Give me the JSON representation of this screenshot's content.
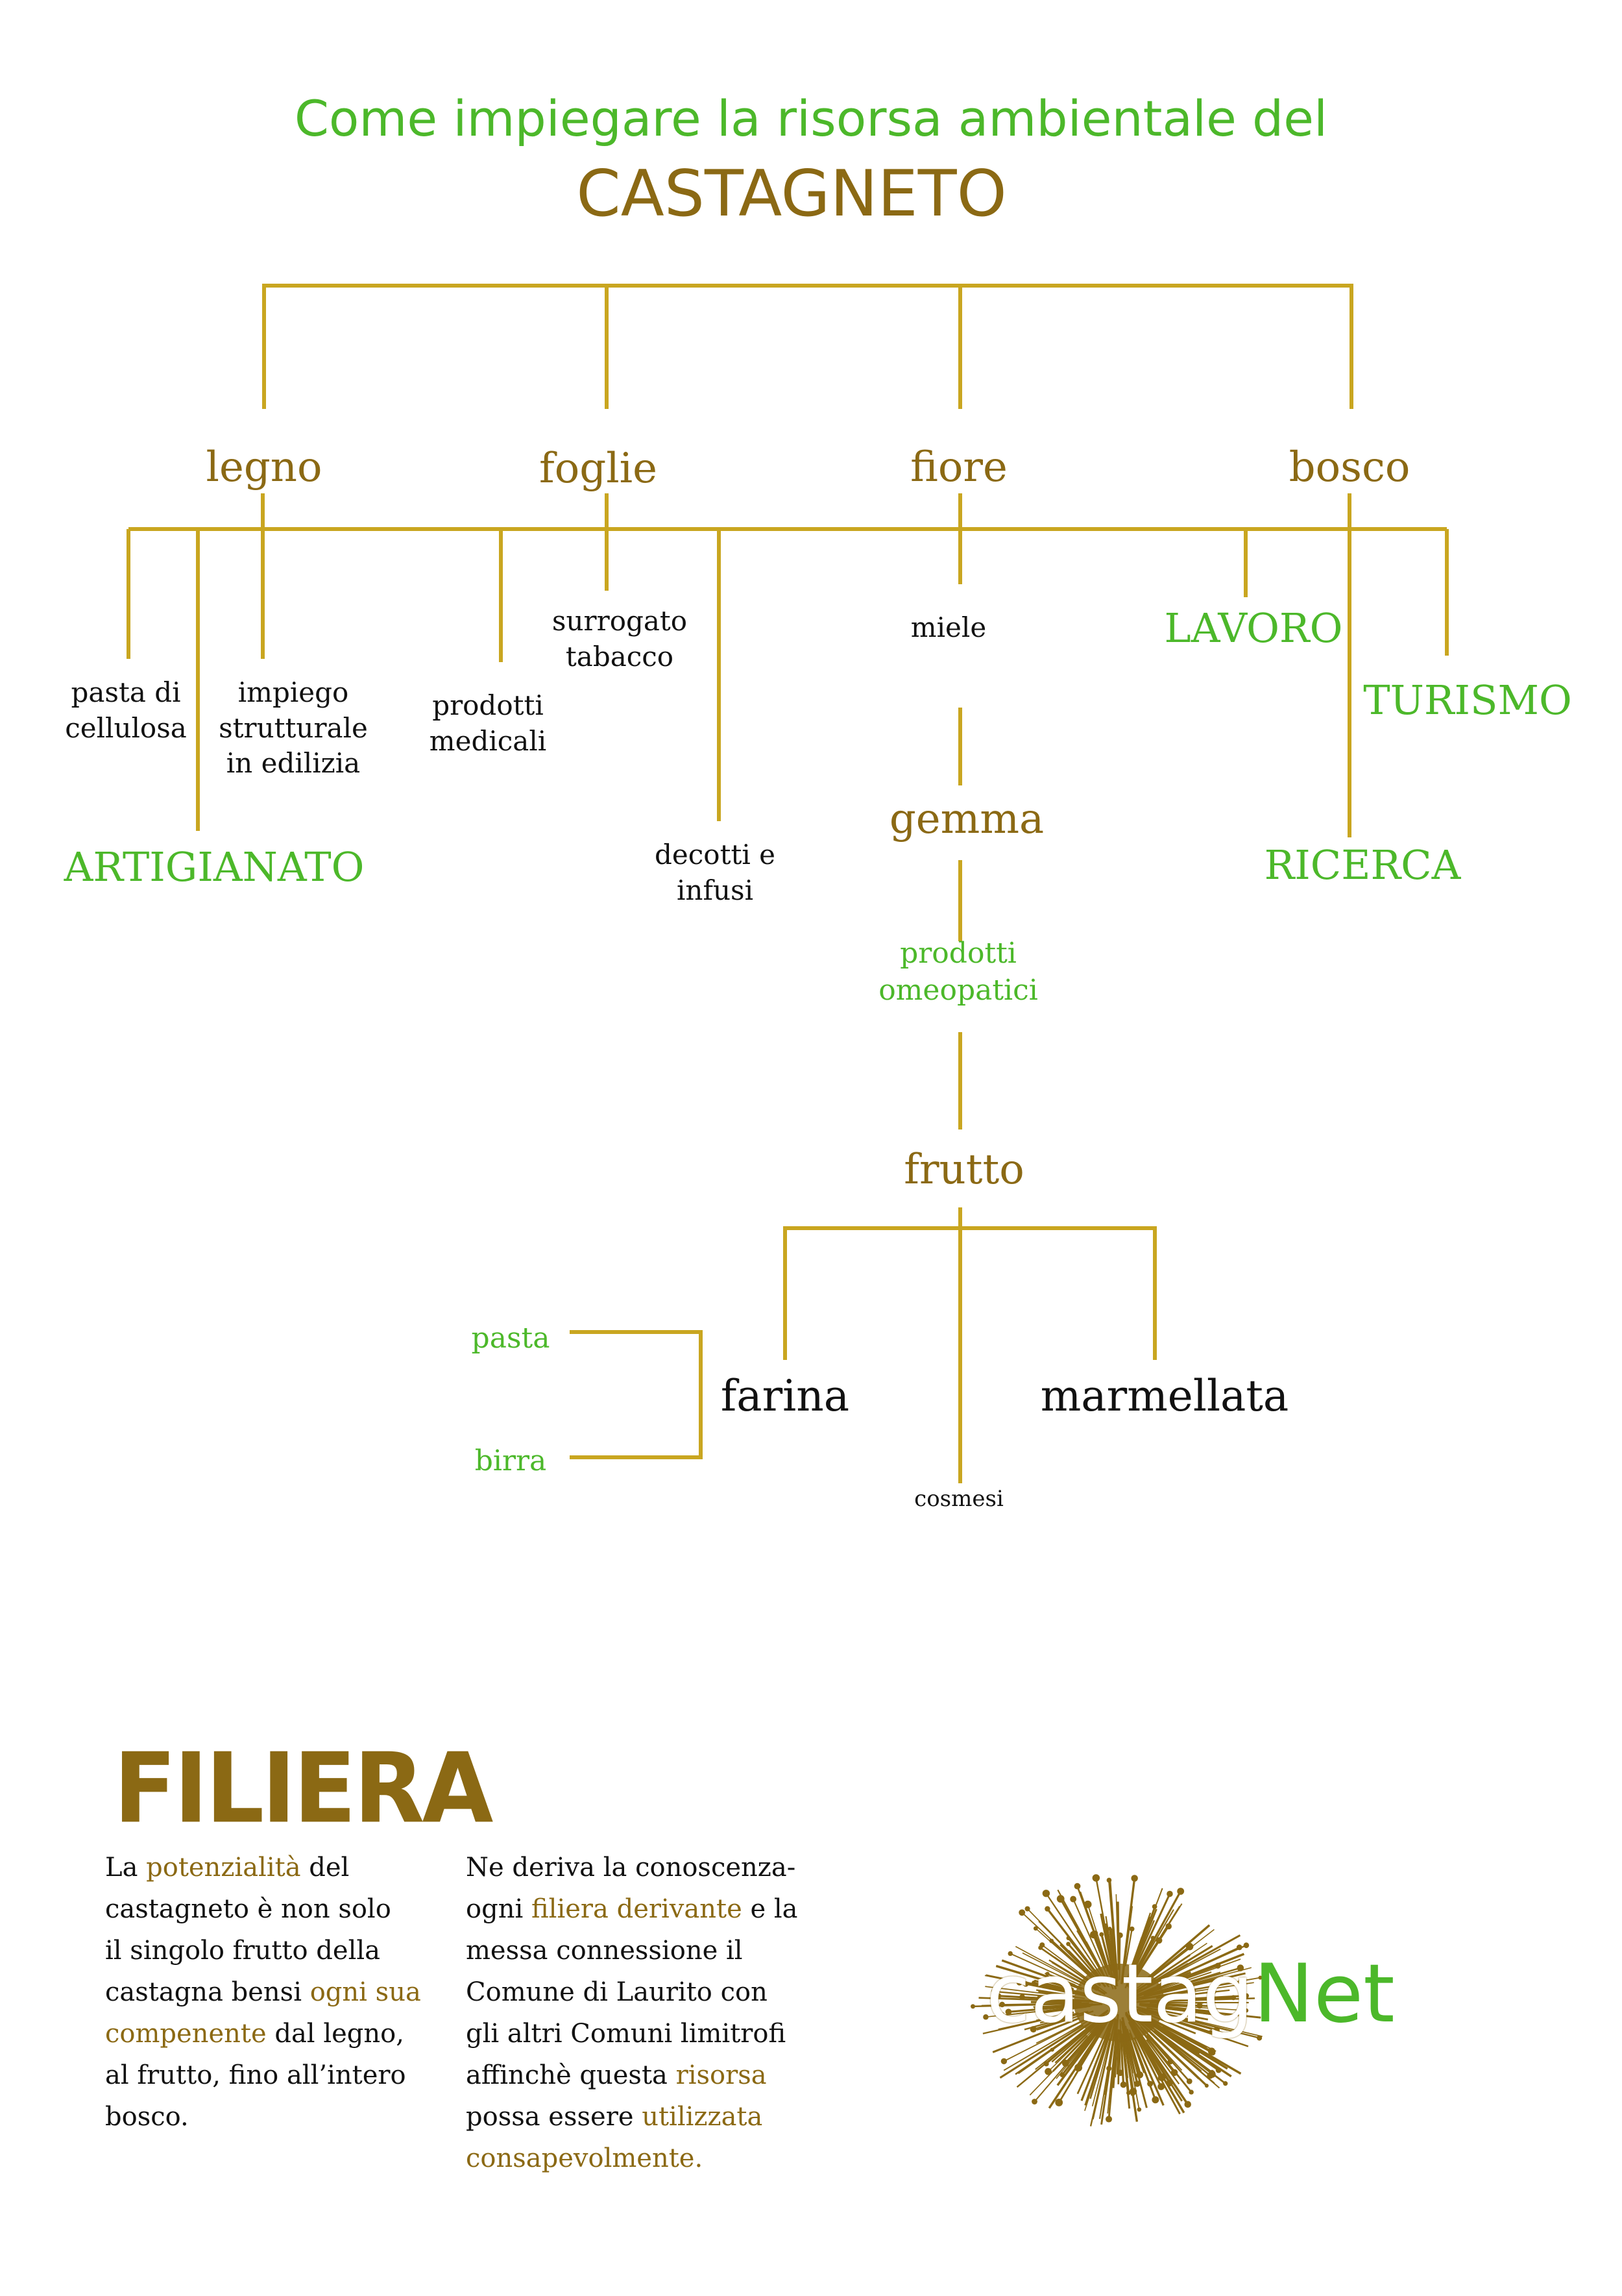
{
  "colors": {
    "accent_green": "#4cb82a",
    "brand_brown": "#8b6914",
    "line_gold": "#c9a620"
  },
  "title": {
    "line1": "Come impiegare la risorsa ambientale del",
    "line2": "CASTAGNETO"
  },
  "categories": {
    "legno": "legno",
    "foglie": "foglie",
    "fiore": "fiore",
    "bosco": "bosco",
    "gemma": "gemma",
    "frutto": "frutto"
  },
  "leaves": {
    "pasta_cellulosa": [
      "pasta di",
      "cellulosa"
    ],
    "impiego": [
      "impiego",
      "strutturale",
      "in edilizia"
    ],
    "artigianato": "ARTIGIANATO",
    "prodotti_medicali": [
      "prodotti",
      "medicali"
    ],
    "surrogato": [
      "surrogato",
      "tabacco"
    ],
    "decotti": [
      "decotti e",
      "infusi"
    ],
    "miele": "miele",
    "lavoro": "LAVORO",
    "turismo": "TURISMO",
    "ricerca": "RICERCA",
    "omeopatici": [
      "prodotti",
      "omeopatici"
    ],
    "farina": "farina",
    "marmellata": "marmellata",
    "cosmesi": "cosmesi",
    "pasta": "pasta",
    "birra": "birra"
  },
  "filiera": {
    "heading": "FILIERA",
    "col1": [
      [
        {
          "t": "La "
        },
        {
          "t": "potenzialità",
          "h": true
        },
        {
          "t": " del"
        }
      ],
      [
        {
          "t": "castagneto è non solo"
        }
      ],
      [
        {
          "t": " il singolo frutto della"
        }
      ],
      [
        {
          "t": "castagna bensi "
        },
        {
          "t": "ogni sua",
          "h": true
        }
      ],
      [
        {
          "t": "compenente",
          "h": true
        },
        {
          "t": "  dal legno,"
        }
      ],
      [
        {
          "t": "al frutto, fino all’intero"
        }
      ],
      [
        {
          "t": "bosco."
        }
      ]
    ],
    "col2": [
      [
        {
          "t": "Ne deriva la conoscenza-"
        }
      ],
      [
        {
          "t": "ogni "
        },
        {
          "t": "filiera derivante",
          "h": true
        },
        {
          "t": " e la"
        }
      ],
      [
        {
          "t": "messa connessione il"
        }
      ],
      [
        {
          "t": "Comune di Laurito con"
        }
      ],
      [
        {
          "t": "gli altri Comuni limitrofi"
        }
      ],
      [
        {
          "t": "affinchè questa "
        },
        {
          "t": "risorsa",
          "h": true
        }
      ],
      [
        {
          "t": "possa essere "
        },
        {
          "t": "utilizzata",
          "h": true
        }
      ],
      [
        {
          "t": "consapevolmente.",
          "h": true
        }
      ]
    ]
  },
  "logo": {
    "text_a": "castag",
    "text_b": "Net"
  }
}
